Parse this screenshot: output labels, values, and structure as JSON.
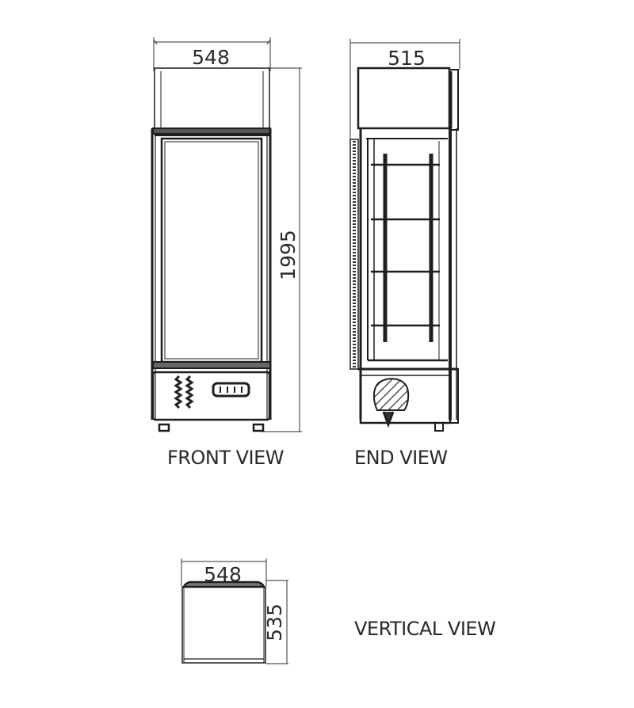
{
  "views": {
    "front": {
      "label": "FRONT VIEW",
      "width_dim": "548",
      "height_dim": "1995"
    },
    "end": {
      "label": "END VIEW",
      "depth_dim": "515"
    },
    "vertical": {
      "label": "VERTICAL VIEW",
      "width_dim": "548",
      "depth_dim": "535"
    }
  },
  "colors": {
    "line": "#1e1e1e",
    "thin_line": "#555555",
    "background": "#ffffff"
  }
}
